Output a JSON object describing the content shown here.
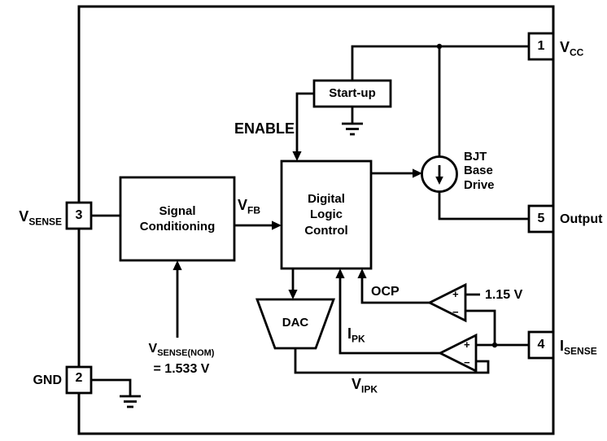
{
  "colors": {
    "background": "#ffffff",
    "ink": "#000000"
  },
  "pins": {
    "pin1": {
      "number": "1",
      "main": "V",
      "sub": "CC"
    },
    "pin2": {
      "number": "2",
      "main": "GND"
    },
    "pin3": {
      "number": "3",
      "main": "V",
      "sub": "SENSE"
    },
    "pin4": {
      "number": "4",
      "main": "I",
      "sub": "SENSE"
    },
    "pin5": {
      "number": "5",
      "main": "Output"
    }
  },
  "blocks": {
    "signal_conditioning": {
      "line1": "Signal",
      "line2": "Conditioning"
    },
    "digital_logic_control": {
      "line1": "Digital",
      "line2": "Logic",
      "line3": "Control"
    },
    "startup": {
      "label": "Start-up"
    },
    "dac": {
      "label": "DAC"
    },
    "bjt_base_drive": {
      "line1": "BJT",
      "line2": "Base",
      "line3": "Drive"
    }
  },
  "signals": {
    "enable": "ENABLE",
    "vfb": {
      "main": "V",
      "sub": "FB"
    },
    "ocp": "OCP",
    "ipk": {
      "main": "I",
      "sub": "PK"
    },
    "vipk": {
      "main": "V",
      "sub": "IPK"
    },
    "ocp_threshold": "1.15 V",
    "vsense_nom": {
      "main": "V",
      "sub": "SENSE(NOM)",
      "value": "= 1.533 V"
    },
    "comparator": {
      "plus": "+",
      "minus": "−"
    }
  }
}
